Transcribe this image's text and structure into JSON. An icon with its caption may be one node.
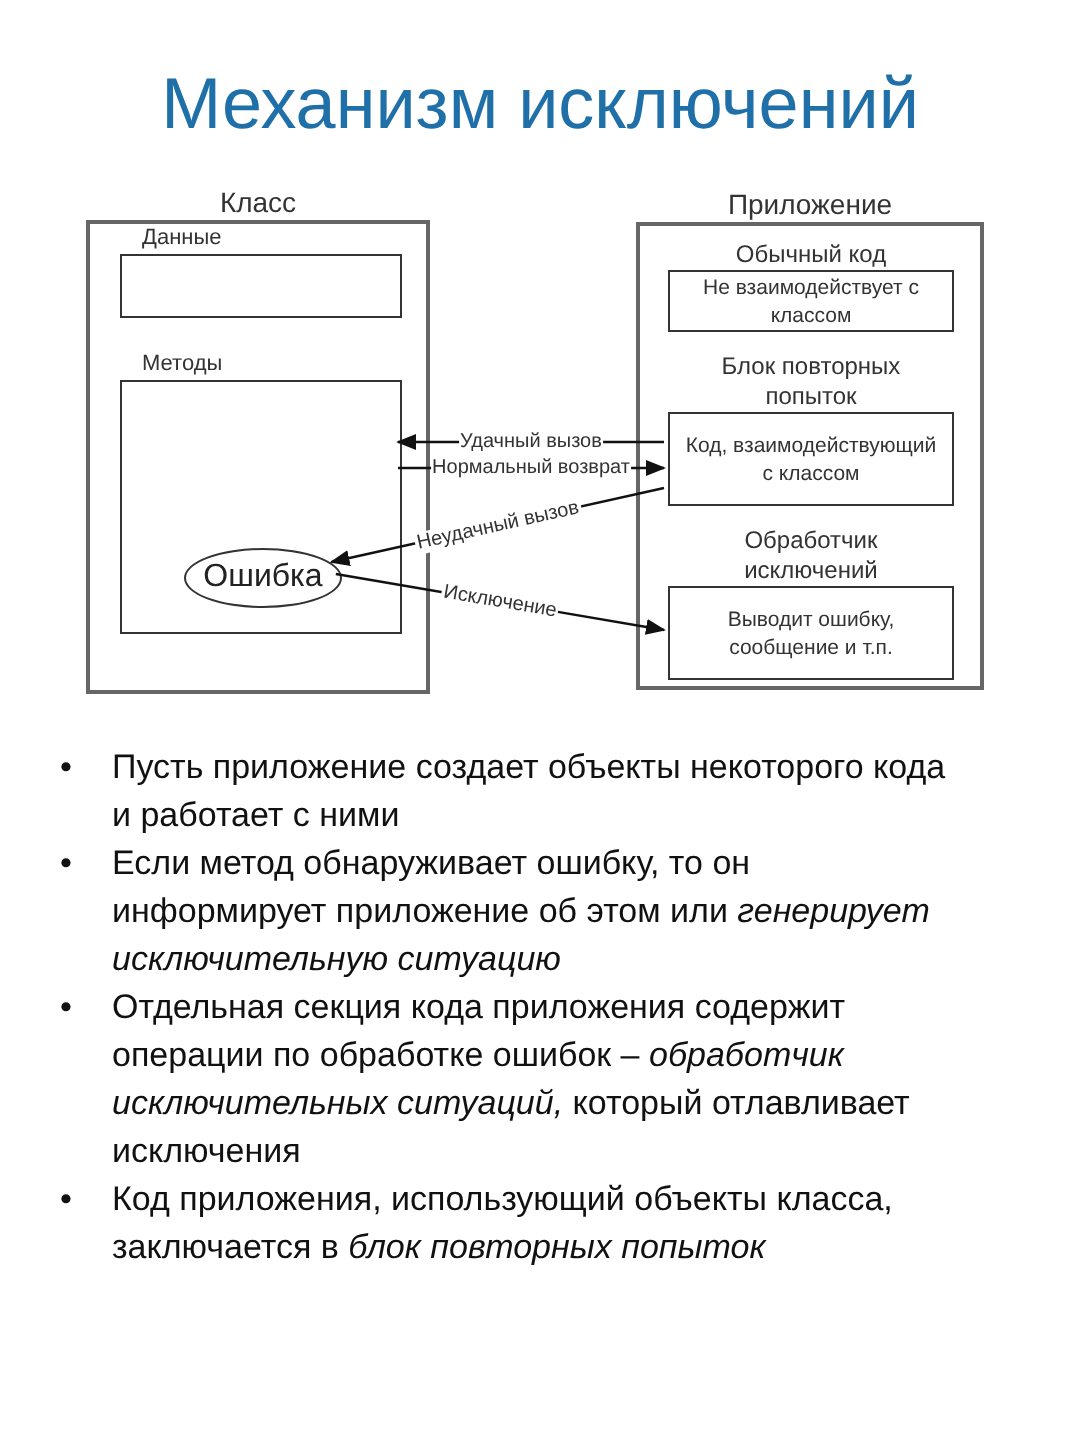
{
  "diagram": {
    "title": "Механизм исключений",
    "nodes": [
      {
        "text": [
          "Класс"
        ]
      },
      {
        "text": [
          "Данные"
        ],
        "in": 0
      },
      {
        "text": [
          "Методы"
        ],
        "in": 0
      },
      {
        "text": [
          "Ошибка"
        ],
        "in": 2
      },
      {
        "text": [
          "Приложение"
        ]
      },
      {
        "text": [
          "Обычный код",
          "Не взаимодействует с классом"
        ],
        "in": 4
      },
      {
        "text": [
          "Блок повторных попыток",
          "Код, взаимодействующий с классом"
        ],
        "in": 4
      },
      {
        "text": [
          "Обработчик исключений",
          "Выводит ошибку, сообщение и т.п."
        ],
        "in": 4
      }
    ],
    "edges": [
      {
        "from": 6,
        "to": 2,
        "arrow": "to",
        "label": "Удачный вызов"
      },
      {
        "from": 2,
        "to": 6,
        "arrow": "to",
        "label": "Нормальный возврат"
      },
      {
        "from": 6,
        "to": 3,
        "arrow": "to",
        "label": "Неудачный вызов"
      },
      {
        "from": 3,
        "to": 7,
        "arrow": "to",
        "label": "Исключение"
      }
    ],
    "labels": [
      "•",
      "Пусть приложение создает объекты некоторого кода и работает с ними",
      "•",
      "Если метод обнаруживает ошибку, то он информирует приложение об этом или *генерирует исключительную ситуацию*",
      "•",
      "Отдельная секция кода приложения содержит операции по обработке ошибок – *обработчик исключительных ситуаций,* который отлавливает исключения",
      "•",
      "Код приложения, использующий объекты класса, заключается в *блок повторных попыток*"
    ]
  }
}
